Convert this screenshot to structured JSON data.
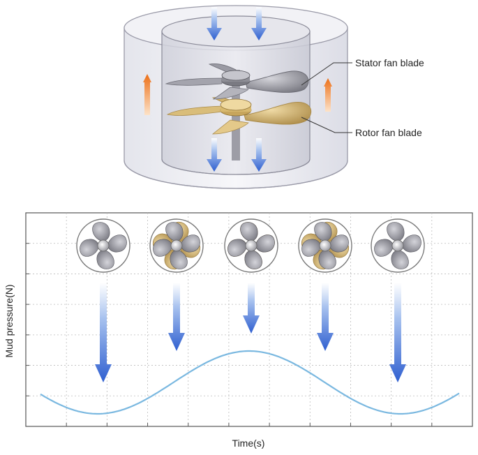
{
  "top_diagram": {
    "labels": {
      "stator": "Stator fan blade",
      "rotor": "Rotor fan blade"
    }
  },
  "plot": {
    "xlabel": "Time(s)",
    "ylabel": "Mud pressure(N)"
  },
  "colors": {
    "flow_arrow": "#3a6fd8",
    "outer_flow_arrow": "#ef7d22",
    "curve": "#7ab8e0",
    "stator": "#8a8a92",
    "rotor": "#c9a860",
    "grid": "#bbbbbb"
  },
  "fan_states": [
    {
      "rotor_overlap": 0.0
    },
    {
      "rotor_overlap": 0.5
    },
    {
      "rotor_overlap": 1.0
    },
    {
      "rotor_overlap": 0.5
    },
    {
      "rotor_overlap": 0.0
    }
  ]
}
